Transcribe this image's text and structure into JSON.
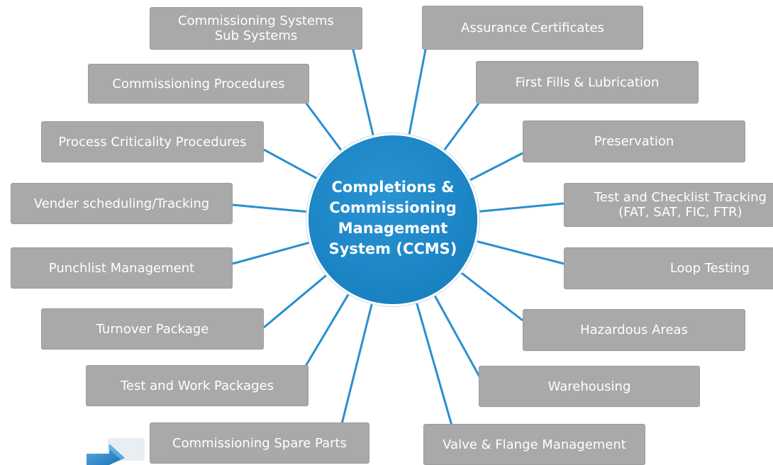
{
  "hub": {
    "title": "Completions &\nCommissioning\nManagement\nSystem (CCMS)",
    "color": "#1b84c4"
  },
  "colors": {
    "spoke": "#2a8fcf",
    "box_fill": "#a9a9a9",
    "box_text": "#ffffff"
  },
  "left_items": [
    {
      "id": "commissioning-systems",
      "label": "Commissioning Systems\nSub Systems"
    },
    {
      "id": "commissioning-procedures",
      "label": "Commissioning Procedures"
    },
    {
      "id": "process-criticality",
      "label": "Process Criticality Procedures"
    },
    {
      "id": "vender-scheduling",
      "label": "Vender scheduling/Tracking"
    },
    {
      "id": "punchlist-management",
      "label": "Punchlist Management"
    },
    {
      "id": "turnover-package",
      "label": "Turnover Package"
    },
    {
      "id": "test-work-packages",
      "label": "Test and Work Packages"
    },
    {
      "id": "spare-parts",
      "label": "Commissioning Spare Parts"
    }
  ],
  "right_items": [
    {
      "id": "assurance-certificates",
      "label": "Assurance Certificates"
    },
    {
      "id": "first-fills",
      "label": "First Fills & Lubrication"
    },
    {
      "id": "preservation",
      "label": "Preservation"
    },
    {
      "id": "test-checklist-tracking",
      "label": "Test and Checklist Tracking\n(FAT, SAT, FIC, FTR)"
    },
    {
      "id": "loop-testing",
      "label": "Loop Testing"
    },
    {
      "id": "hazardous-areas",
      "label": "Hazardous Areas"
    },
    {
      "id": "warehousing",
      "label": "Warehousing"
    },
    {
      "id": "valve-flange",
      "label": "Valve & Flange Management"
    }
  ],
  "decoration": {
    "icon": "arrow-icon"
  }
}
